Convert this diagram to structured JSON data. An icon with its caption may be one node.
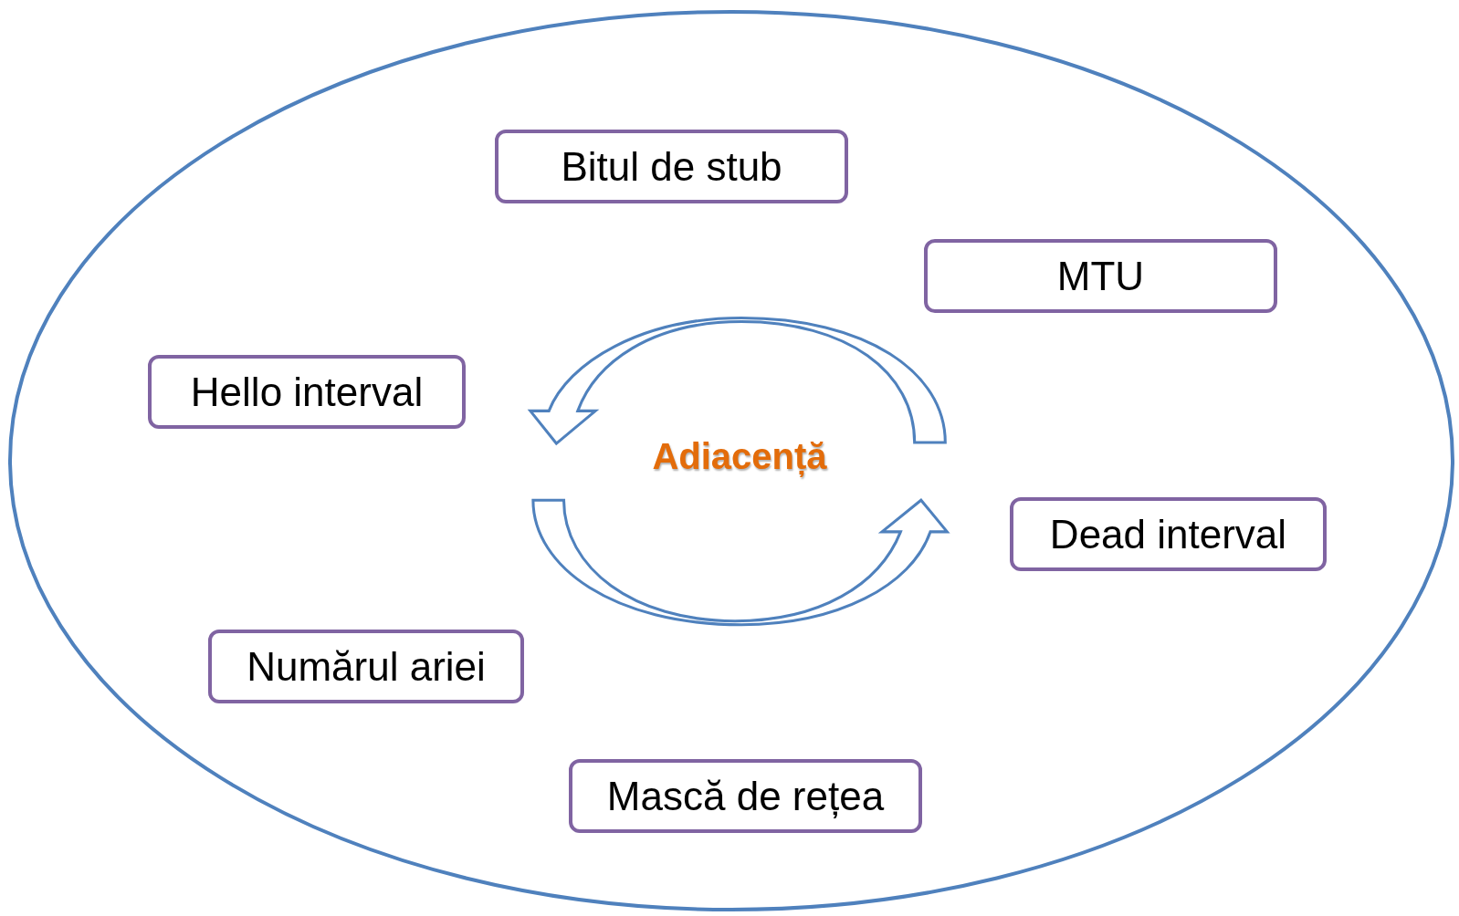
{
  "diagram": {
    "nodes": [
      {
        "text": [],
        "shape": "ellipse"
      },
      {
        "text": [
          "Bitul de stub"
        ],
        "in": 0
      },
      {
        "text": [
          "MTU"
        ],
        "in": 0
      },
      {
        "text": [
          "Hello interval"
        ],
        "in": 0
      },
      {
        "text": [
          "Dead interval"
        ],
        "in": 0
      },
      {
        "text": [
          "Numărul ariei"
        ],
        "in": 0
      },
      {
        "text": [
          "Mască de rețea"
        ],
        "in": 0
      }
    ],
    "labels": [
      "Adiacență"
    ]
  }
}
